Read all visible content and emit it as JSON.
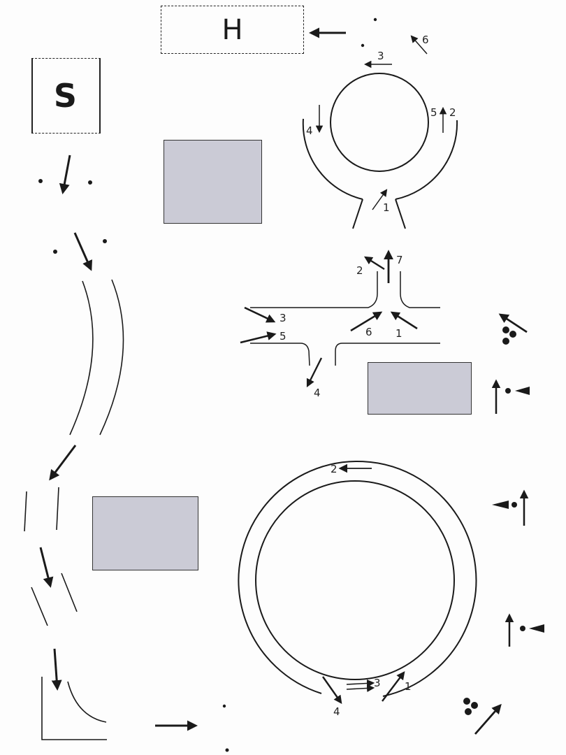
{
  "boxes": {
    "h_label": "H",
    "s_label": "S"
  },
  "answer_blanks": [
    "blank-1",
    "blank-2",
    "blank-3",
    "blank-4"
  ],
  "labels": {
    "top_circle": [
      "1",
      "2",
      "3",
      "4",
      "5",
      "6"
    ],
    "junction": [
      "1",
      "2",
      "3",
      "4",
      "5",
      "6",
      "7"
    ],
    "bottom_circle": [
      "1",
      "2",
      "3",
      "4"
    ]
  },
  "colors": {
    "blank_fill": "#cbcbd6",
    "ink": "#1a1a1a"
  }
}
